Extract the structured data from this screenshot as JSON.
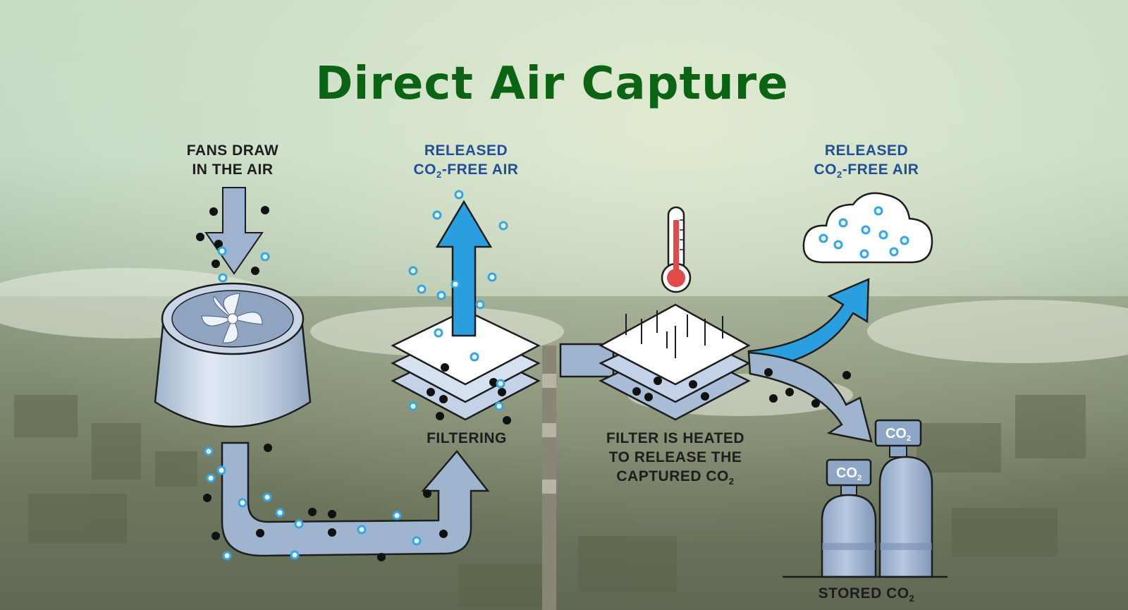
{
  "title": "Direct Air Capture",
  "labels": {
    "fans": [
      "FANS DRAW",
      "IN THE AIR"
    ],
    "released_1": {
      "line1": "RELEASED",
      "line2_pre": "CO",
      "line2_sub": "2",
      "line2_post": "-FREE AIR"
    },
    "filtering": "FILTERING",
    "heated": {
      "line1": "FILTER IS HEATED",
      "line2": "TO RELEASE THE",
      "line3_pre": "CAPTURED CO",
      "line3_sub": "2"
    },
    "released_2": {
      "line1": "RELEASED",
      "line2_pre": "CO",
      "line2_sub": "2",
      "line2_post": "-FREE AIR"
    },
    "stored": {
      "pre": "STORED CO",
      "sub": "2"
    },
    "tank_label": {
      "pre": "CO",
      "sub": "2"
    }
  },
  "icons": [
    "fan-icon",
    "thermometer-icon",
    "cloud-icon",
    "co2-tank-icon"
  ],
  "colors": {
    "title": "#0b6414",
    "label_dark": "#1d1d1d",
    "label_blue": "#1f4f9a",
    "arrow_blue": "#2a9fdf",
    "arrow_grey": "#8fa8c8",
    "co2_dot": "#111111",
    "air_dot": "#34a6e3"
  }
}
